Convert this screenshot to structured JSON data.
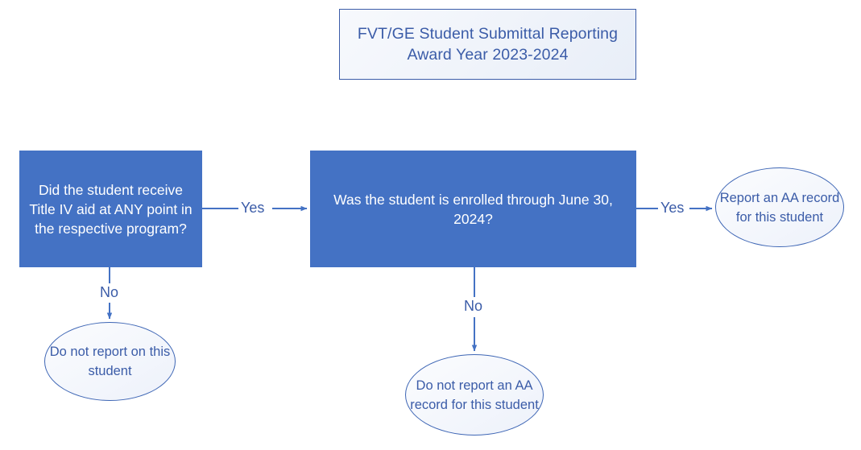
{
  "diagram": {
    "title_box": {
      "text": "FVT/GE Student Submittal Reporting\nAward Year 2023-2024",
      "line1": "FVT/GE Student Submittal Reporting",
      "line2": "Award Year 2023-2024"
    },
    "nodes": [
      {
        "id": "box-titleiv",
        "type": "decision",
        "text": "Did the student receive Title IV aid at ANY point in the respective program?"
      },
      {
        "id": "box-enrolled",
        "type": "decision",
        "text": "Was the student is enrolled through June 30, 2024?"
      },
      {
        "id": "ellipse-report-aa",
        "type": "terminator",
        "text": "Report an AA record for this student"
      },
      {
        "id": "ellipse-no-report",
        "type": "terminator",
        "text": "Do not report on this student"
      },
      {
        "id": "ellipse-no-aa",
        "type": "terminator",
        "text": "Do not report an AA record for this student"
      }
    ],
    "edges": [
      {
        "id": "yes-1",
        "label": "Yes",
        "from": "box-titleiv",
        "to": "box-enrolled"
      },
      {
        "id": "yes-2",
        "label": "Yes",
        "from": "box-enrolled",
        "to": "ellipse-report-aa"
      },
      {
        "id": "no-1",
        "label": "No",
        "from": "box-titleiv",
        "to": "ellipse-no-report"
      },
      {
        "id": "no-2",
        "label": "No",
        "from": "box-enrolled",
        "to": "ellipse-no-aa"
      }
    ],
    "colors": {
      "process_fill": "#4472C4",
      "process_text": "#FFFFFF",
      "accent_line": "#4472C4",
      "label_text": "#3B5CA8",
      "ellipse_stroke": "#3E66B5",
      "ellipse_fill": "#F4F7FC",
      "title_border": "#3B5CA8",
      "title_fill": "#F1F5FB",
      "background": "#FFFFFF"
    }
  }
}
